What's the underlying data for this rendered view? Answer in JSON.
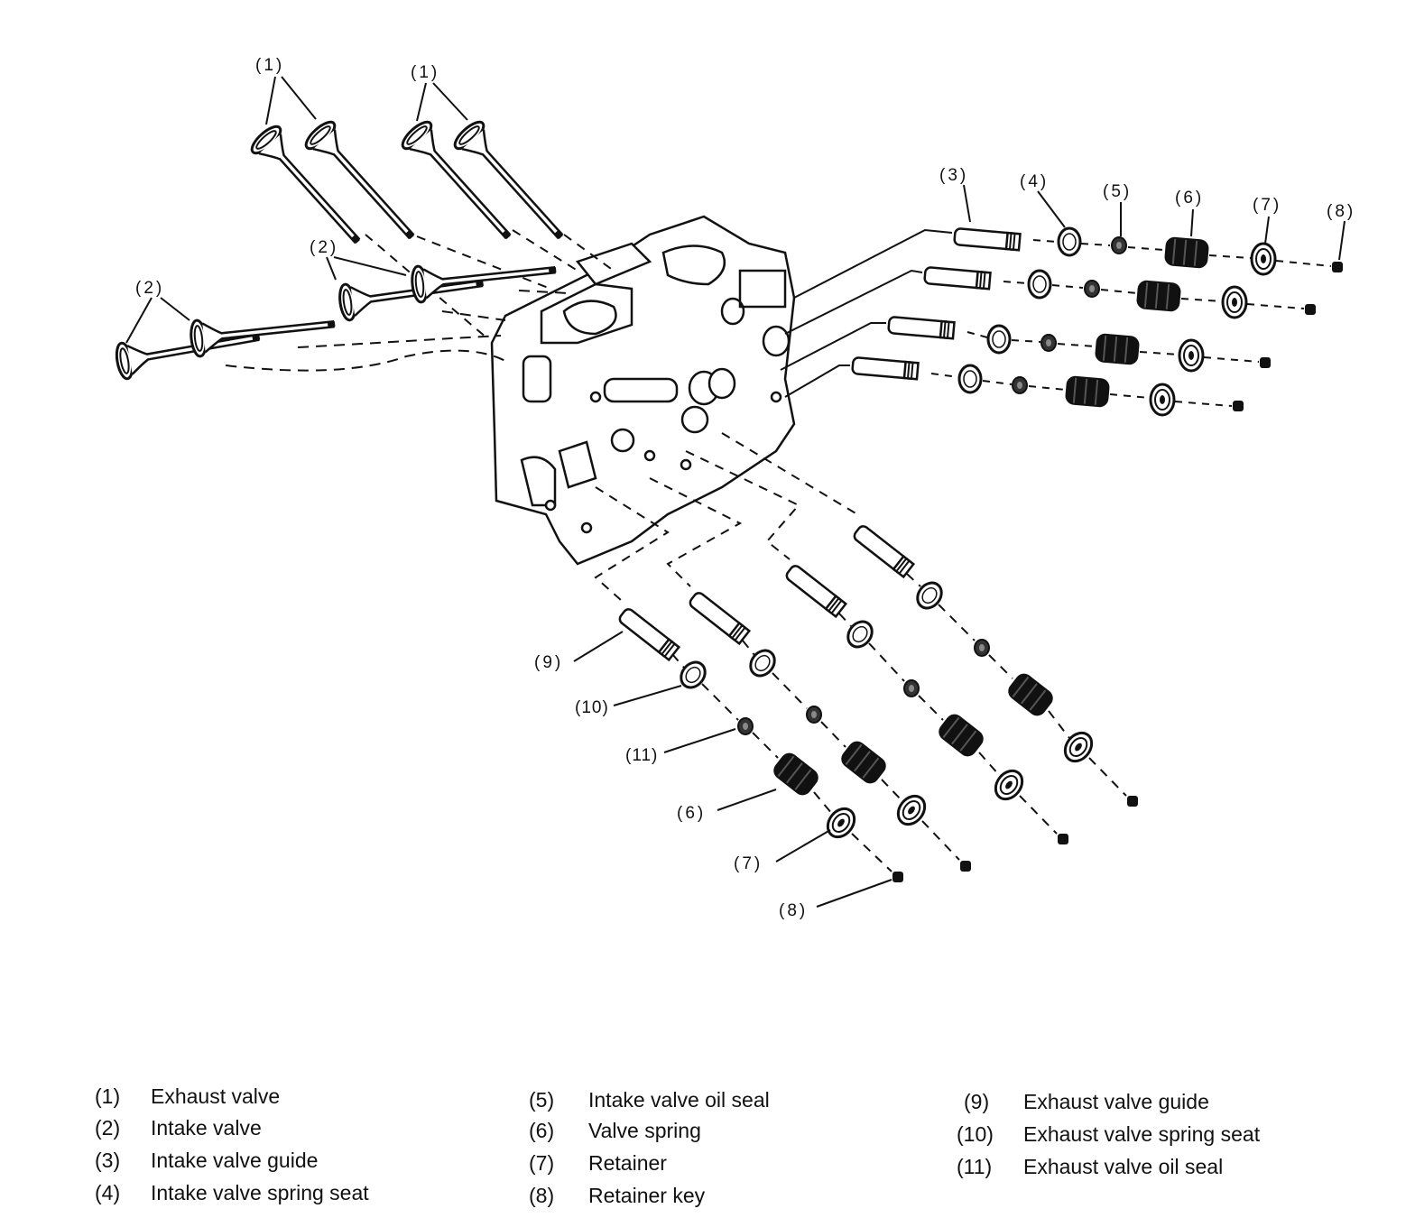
{
  "callouts": {
    "c1a": "(1)",
    "c1b": "(1)",
    "c2a": "(2)",
    "c2b": "(2)",
    "c3": "(3)",
    "c4": "(4)",
    "c5": "(5)",
    "c6": "(6)",
    "c7": "(7)",
    "c8": "(8)",
    "c9": "(9)",
    "c10": "(10)",
    "c11": "(11)",
    "c6b": "(6)",
    "c7b": "(7)",
    "c8b": "(8)"
  },
  "legend": [
    [
      {
        "num": "(1)",
        "text": "Exhaust valve"
      },
      {
        "num": "(2)",
        "text": "Intake valve"
      },
      {
        "num": "(3)",
        "text": "Intake valve guide"
      },
      {
        "num": "(4)",
        "text": "Intake valve spring seat"
      }
    ],
    [
      {
        "num": "(5)",
        "text": "Intake valve oil seal"
      },
      {
        "num": "(6)",
        "text": "Valve spring"
      },
      {
        "num": "(7)",
        "text": "Retainer"
      },
      {
        "num": "(8)",
        "text": "Retainer key"
      }
    ],
    [
      {
        "num": "(9)",
        "text": "Exhaust valve guide"
      },
      {
        "num": "(10)",
        "text": "Exhaust valve spring seat"
      },
      {
        "num": "(11)",
        "text": "Exhaust valve oil seal"
      }
    ]
  ]
}
